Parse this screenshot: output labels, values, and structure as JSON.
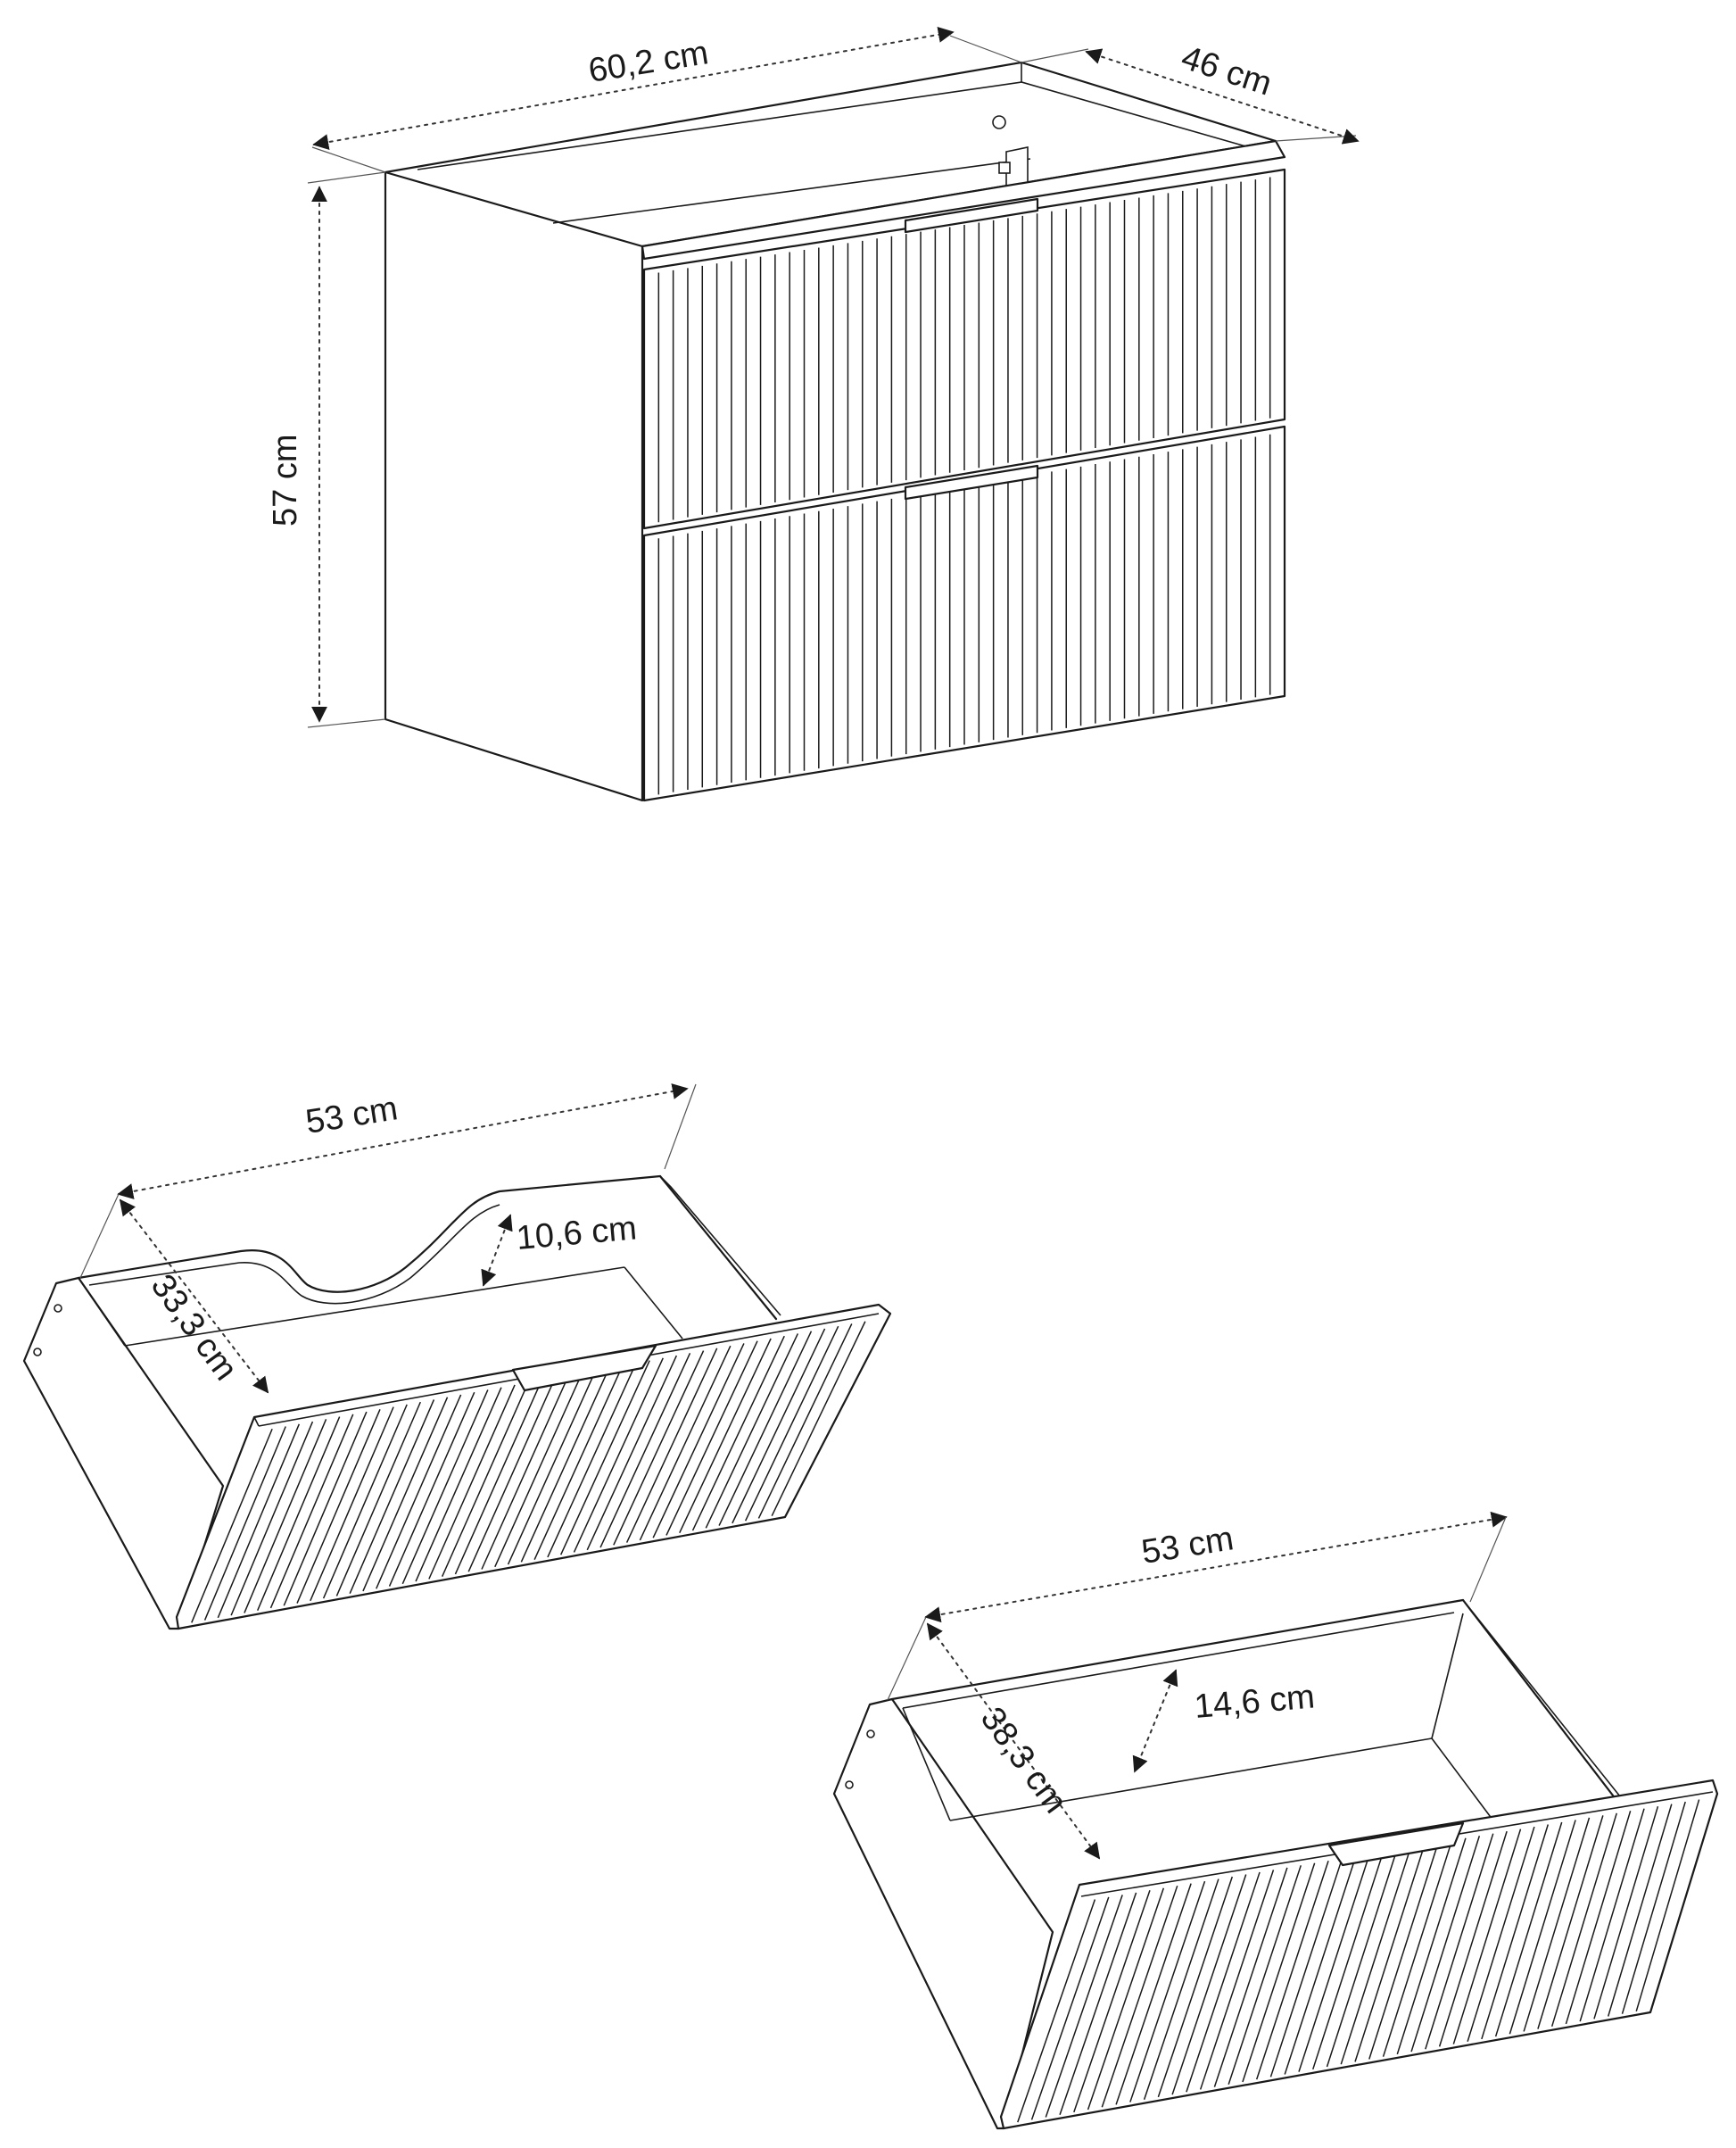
{
  "cabinet": {
    "width_label": "60,2 cm",
    "depth_label": "46 cm",
    "height_label": "57 cm"
  },
  "upper_drawer": {
    "width_label": "53 cm",
    "depth_label": "33,3 cm",
    "height_label": "10,6 cm"
  },
  "lower_drawer": {
    "width_label": "53 cm",
    "depth_label": "38,3 cm",
    "height_label": "14,6 cm"
  },
  "colors": {
    "line": "#1a1a1a",
    "background": "#ffffff"
  }
}
